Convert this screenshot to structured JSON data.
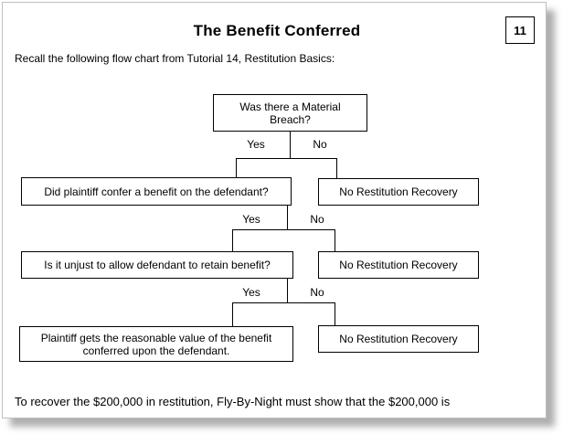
{
  "slide": {
    "title": "The Benefit Conferred",
    "page_number": "11",
    "intro_text": "Recall the following flow chart from Tutorial 14, Restitution Basics:",
    "footer_text": "To recover the $200,000 in restitution, Fly-By-Night must show that the $200,000 is"
  },
  "flowchart": {
    "q_material_breach": "Was there a Material Breach?",
    "q_confer_benefit": "Did plaintiff confer a benefit on the defendant?",
    "q_unjust_retain": "Is it unjust to allow defendant to retain benefit?",
    "outcome_recovery": "Plaintiff gets the reasonable value of the benefit conferred upon the defendant.",
    "outcome_no_recovery": "No Restitution Recovery",
    "label_yes": "Yes",
    "label_no": "No"
  },
  "colors": {
    "line": "#000000",
    "box_border": "#000000",
    "page_background": "#ffffff",
    "page_border": "#c0c0c0",
    "shadow": "#6e6e6e"
  }
}
